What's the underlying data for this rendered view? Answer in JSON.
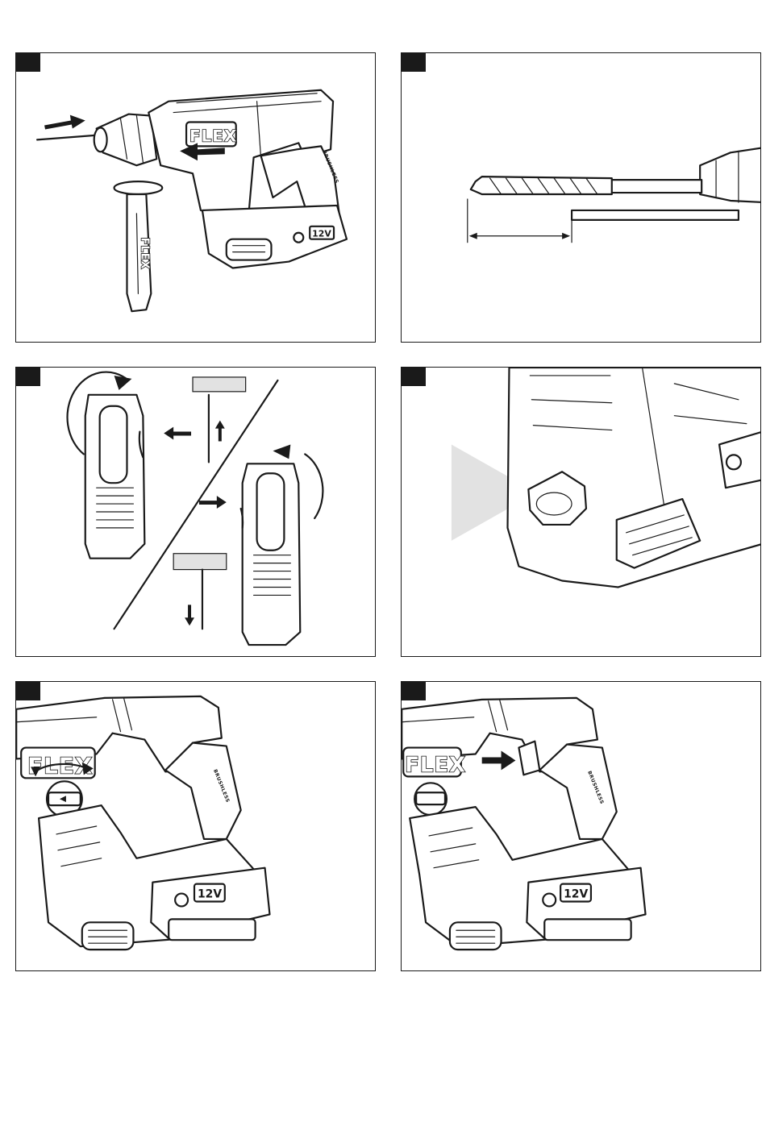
{
  "brand": {
    "logo_text": "FLEX"
  },
  "labels": {
    "battery_voltage": "12V",
    "motor_type": "BRUSHLESS"
  },
  "colors": {
    "ink": "#1a1a1a",
    "paper": "#ffffff",
    "highlight_gray": "#e2e2e2"
  },
  "panels": [
    {
      "id": "1",
      "content": "insert-bit-into-chuck",
      "icons": [
        "arrow-right-icon",
        "arrow-left-icon"
      ]
    },
    {
      "id": "2",
      "content": "drill-bit-depth-measurement",
      "icons": [
        "dimension-arrow-icon"
      ]
    },
    {
      "id": "3",
      "content": "rotation-direction-top-view",
      "icons": [
        "rotate-clockwise-icon",
        "rotate-counterclockwise-icon",
        "arrow-up-icon",
        "arrow-down-icon"
      ]
    },
    {
      "id": "4",
      "content": "battery-release-button-closeup",
      "icons": [
        "highlight-triangle-icon"
      ]
    },
    {
      "id": "5",
      "content": "mode-selector-dial",
      "icons": [
        "double-arrow-rotate-icon"
      ]
    },
    {
      "id": "6",
      "content": "trigger-lock-button",
      "icons": [
        "arrow-right-icon"
      ]
    }
  ]
}
